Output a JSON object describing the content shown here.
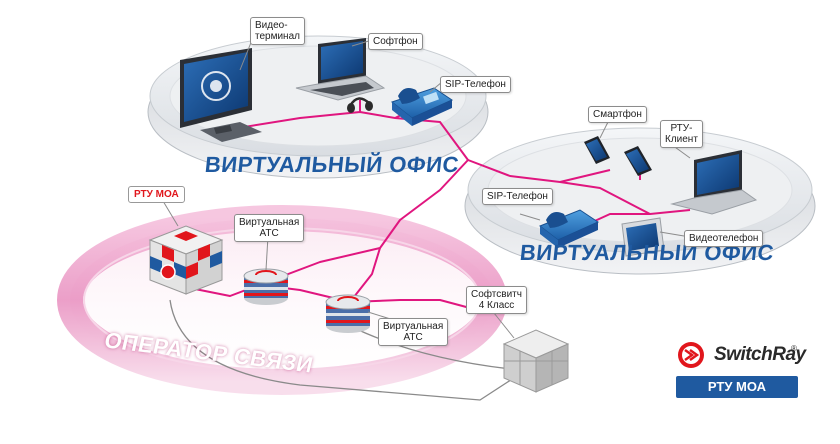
{
  "zones": {
    "office_top": "ВИРТУАЛЬНЫЙ ОФИС",
    "office_right": "ВИРТУАЛЬНЫЙ ОФИС",
    "operator": "ОПЕРАТОР СВЯЗИ"
  },
  "callouts": {
    "video_terminal": "Видео-\nтерминал",
    "softphone": "Софтфон",
    "sip_phone_top": "SIP-Телефон",
    "smartphone": "Смартфон",
    "rtu_client": "РТУ-\nКлиент",
    "sip_phone_right": "SIP-Телефон",
    "videophone": "Видеотелефон",
    "rtu_moa": "РТУ МОА",
    "virtual_pbx_1": "Виртуальная\nАТС",
    "virtual_pbx_2": "Виртуальная\nАТС",
    "softswitch": "Софтсвитч\n4 Класс"
  },
  "brand": {
    "name": "SwitchRay",
    "registered": "®",
    "product": "РТУ МОА"
  },
  "colors": {
    "link_line": "#e0167f",
    "wire": "#8a8a8a",
    "zone_text": "#1f5aa0",
    "operator_ring": "#e98ac0",
    "brand_red": "#e1161c",
    "brand_blue": "#1f5aa0"
  },
  "icons": [
    "monitor-icon",
    "laptop-icon",
    "headset-icon",
    "desk-phone-icon",
    "smartphone-icon",
    "tablet-icon",
    "videophone-icon",
    "server-cube-icon",
    "database-stack-icon",
    "softswitch-cube-icon",
    "switchray-logo-icon"
  ]
}
